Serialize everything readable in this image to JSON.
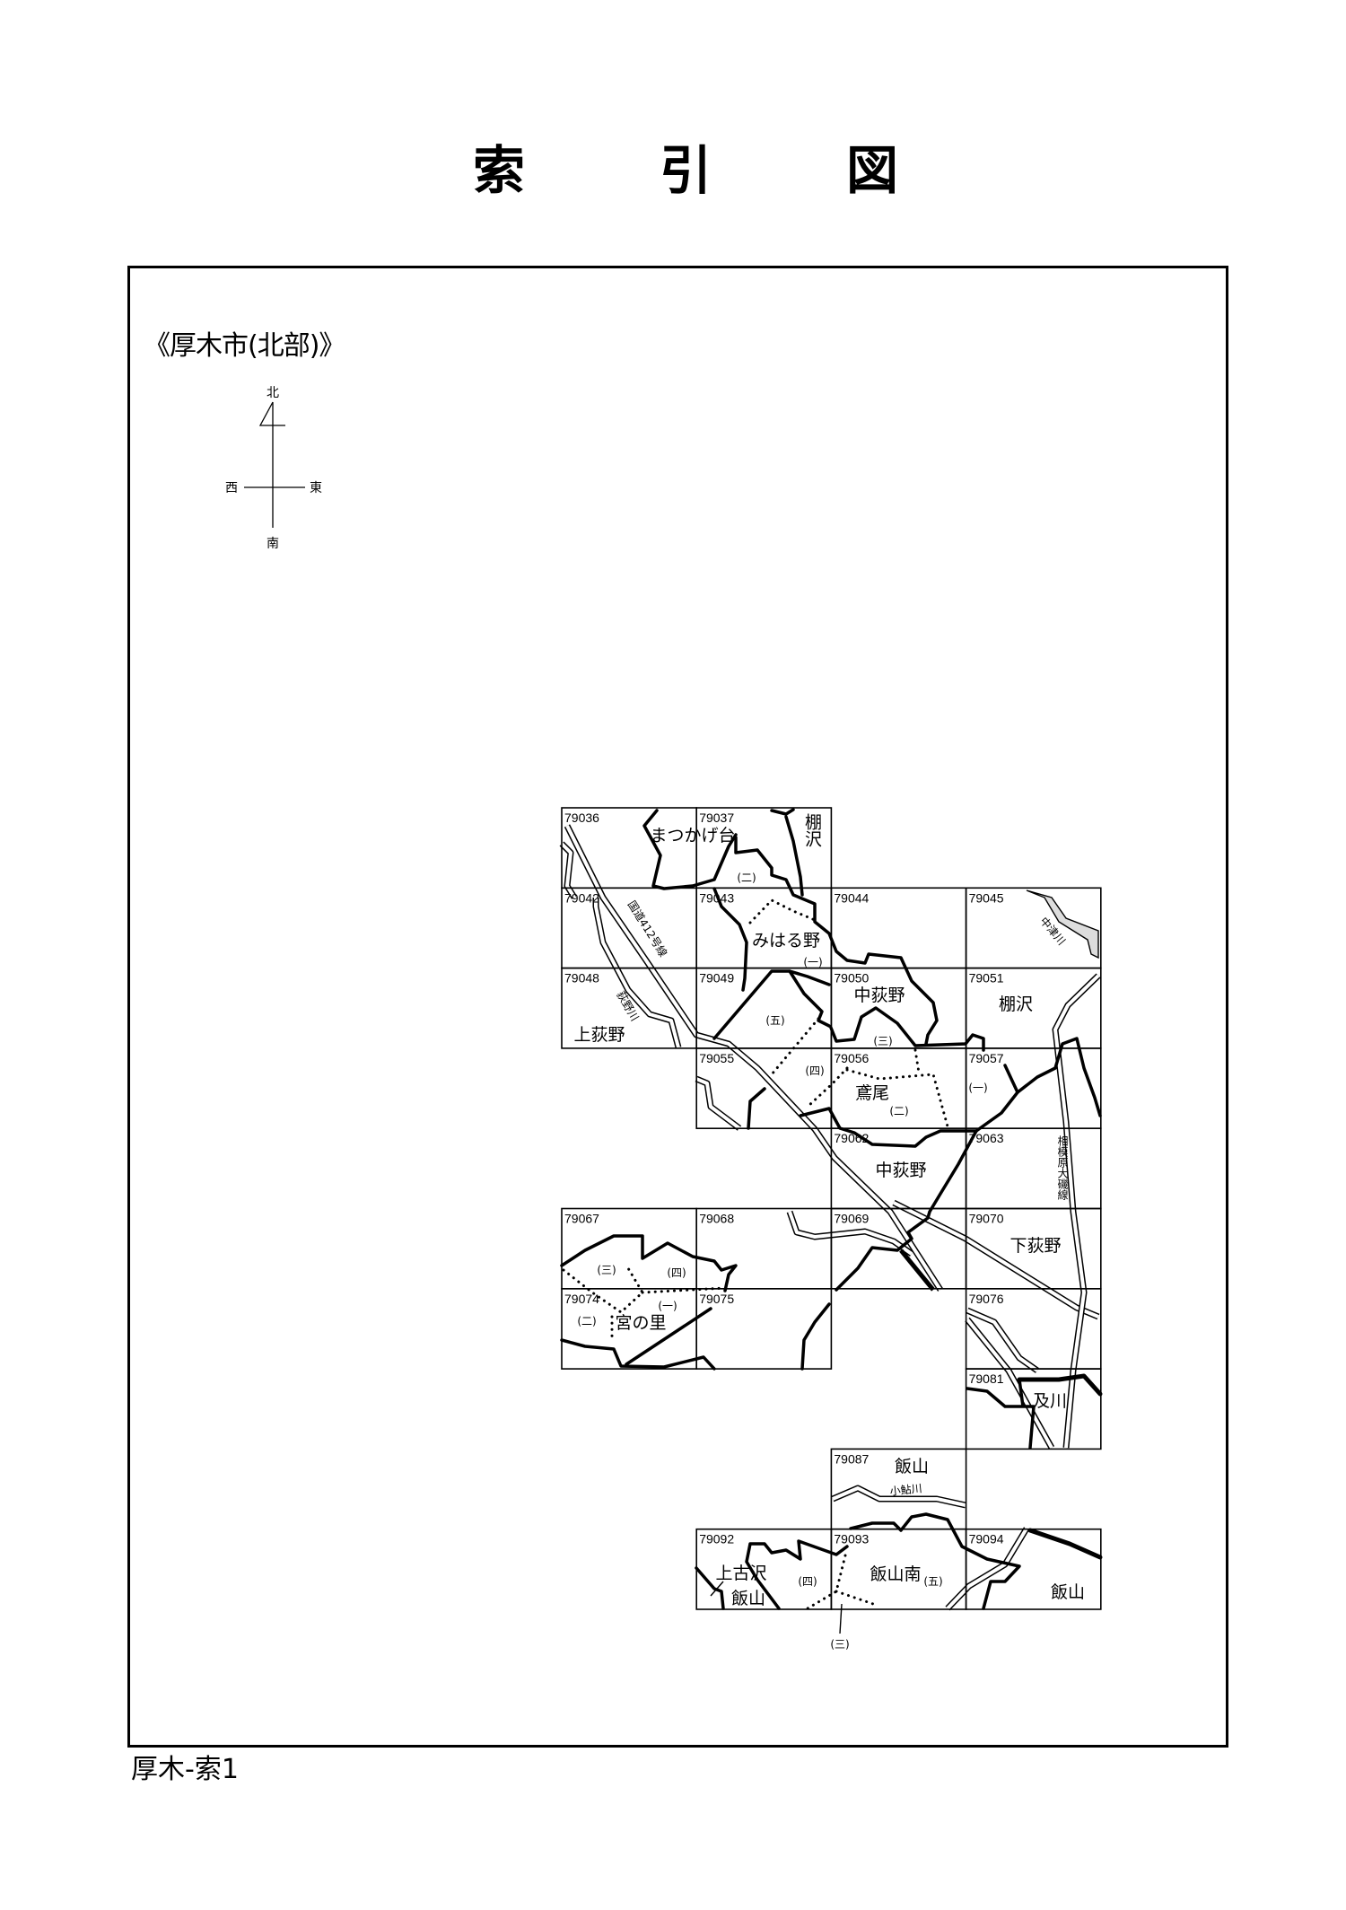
{
  "title": {
    "chars": [
      "索",
      "引",
      "図"
    ]
  },
  "subtitle": "《厚木市(北部)》",
  "compass": {
    "north": "北",
    "south": "南",
    "east": "東",
    "west": "西"
  },
  "footer": "厚木-索1",
  "cells": [
    "79036",
    "79037",
    "79042",
    "79043",
    "79044",
    "79045",
    "79048",
    "79049",
    "79050",
    "79051",
    "79055",
    "79056",
    "79057",
    "79062",
    "79063",
    "79067",
    "79068",
    "79069",
    "79070",
    "79074",
    "79075",
    "79076",
    "79081",
    "79087",
    "79092",
    "79093",
    "79094"
  ],
  "places": {
    "matsukagedai": "まつかげ台",
    "tanazawa_north": "棚沢",
    "miharuno": "みはる野",
    "kamiogino": "上荻野",
    "nakaogino_1": "中荻野",
    "tanazawa": "棚沢",
    "tobio": "鳶尾",
    "nakaogino_2": "中荻野",
    "shimoogino": "下荻野",
    "miyanosato": "宮の里",
    "oyogawa": "及川",
    "iiyama_1": "飯山",
    "kamifurusawa": "上古沢",
    "iiyama_2": "飯山",
    "iiyamaminami": "飯山南",
    "iiyama_3": "飯山"
  },
  "features": {
    "route412": "国道412号線",
    "oginogawa": "荻野川",
    "nakatsugawa": "中津川",
    "sagamihara_oiso": "相模原大磯線",
    "koayugawa": "小鮎川"
  },
  "chome": {
    "c37_2": "(二)",
    "c43_1": "(一)",
    "c49_5": "(五)",
    "c50_3": "(三)",
    "c55_4": "(四)",
    "c56_2": "(二)",
    "c57_1": "(一)",
    "c67_3": "(三)",
    "c67_4": "(四)",
    "c74_1": "(一)",
    "c74_2": "(二)",
    "c92_4": "(四)",
    "c93_5": "(五)",
    "c93_3": "(三)"
  }
}
